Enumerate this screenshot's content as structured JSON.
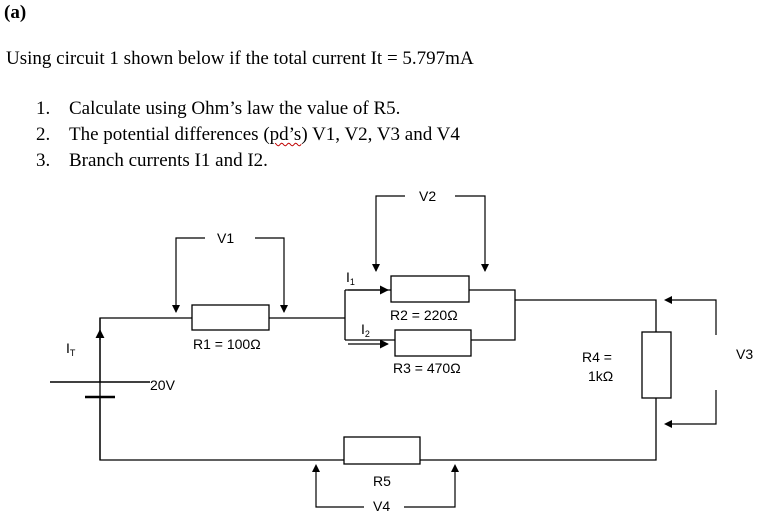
{
  "header": {
    "part_label": "(a)"
  },
  "intro": "Using circuit 1 shown below if the total current It = 5.797mA",
  "tasks": [
    {
      "num": "1.",
      "text": "Calculate using Ohm’s law the value of R5."
    },
    {
      "num": "2.",
      "text_before": "The potential differences (",
      "text_underlined": "pd’s",
      "text_after": ") V1, V2, V3 and V4"
    },
    {
      "num": "3.",
      "text": "Branch currents I1 and I2."
    }
  ],
  "circuit": {
    "source_label": "20V",
    "total_current_label": "I",
    "total_current_sub": "T",
    "i1_label": "I",
    "i1_sub": "1",
    "i2_label": "I",
    "i2_sub": "2",
    "v1_label": "V1",
    "v2_label": "V2",
    "v3_label": "V3",
    "v4_label": "V4",
    "r1_label": "R1 = 100Ω",
    "r2_label": "R2 = 220Ω",
    "r3_label": "R3 = 470Ω",
    "r4_label_line1": "R4 =",
    "r4_label_line2": "1kΩ",
    "r5_label": "R5"
  }
}
